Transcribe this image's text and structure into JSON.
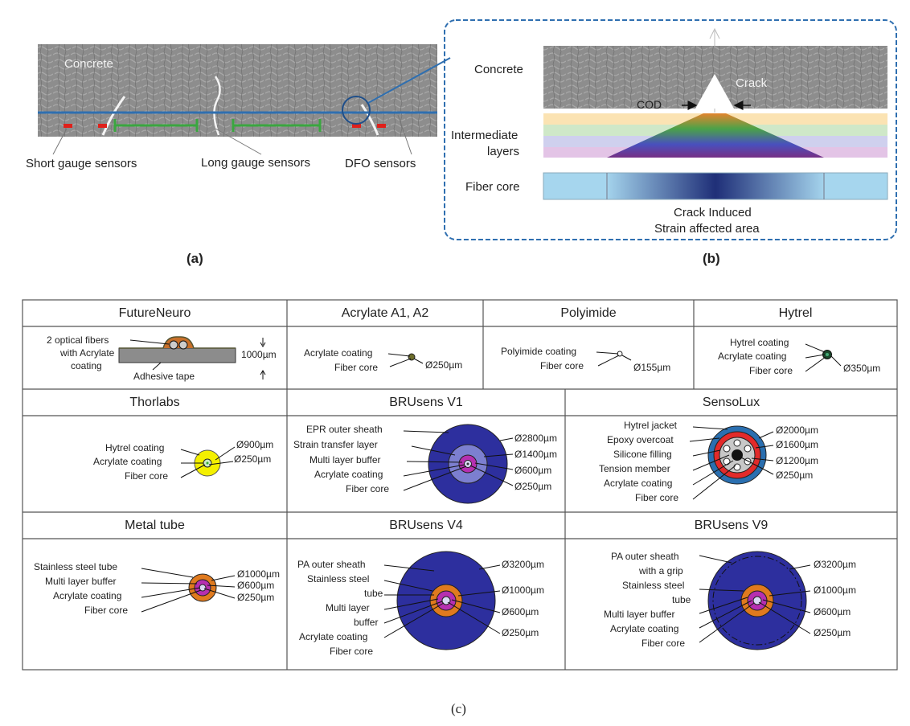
{
  "panel_a": {
    "concrete_label": "Concrete",
    "short_gauge": "Short gauge sensors",
    "long_gauge": "Long gauge sensors",
    "dfo": "DFO sensors",
    "caption": "(a)"
  },
  "panel_b": {
    "concrete": "Concrete",
    "crack": "Crack",
    "cod": "COD",
    "intermediate": [
      "Intermediate",
      "layers"
    ],
    "fiber_core": "Fiber core",
    "induced": [
      "Crack Induced",
      "Strain affected area"
    ],
    "caption": "(b)"
  },
  "panel_c": {
    "caption": "(c)",
    "futureneuro": {
      "title": "FutureNeuro",
      "fibers": [
        "2 optical fibers",
        "with Acrylate",
        "coating"
      ],
      "tape": "Adhesive tape",
      "dim": "1000µm"
    },
    "acrylate": {
      "title": "Acrylate A1, A2",
      "labels": [
        "Acrylate coating",
        "Fiber core"
      ],
      "dims": [
        "Ø250µm"
      ]
    },
    "polyimide": {
      "title": "Polyimide",
      "labels": [
        "Polyimide coating",
        "Fiber core"
      ],
      "dims": [
        "Ø155µm"
      ]
    },
    "hytrel": {
      "title": "Hytrel",
      "labels": [
        "Hytrel coating",
        "Acrylate coating",
        "Fiber core"
      ],
      "dims": [
        "Ø350µm"
      ]
    },
    "thorlabs": {
      "title": "Thorlabs",
      "labels": [
        "Hytrel coating",
        "Acrylate coating",
        "Fiber core"
      ],
      "dims": [
        "Ø900µm",
        "Ø250µm"
      ]
    },
    "brusens_v1": {
      "title": "BRUsens V1",
      "labels": [
        "EPR outer sheath",
        "Strain transfer layer",
        "Multi layer buffer",
        "Acrylate coating",
        "Fiber core"
      ],
      "dims": [
        "Ø2800µm",
        "Ø1400µm",
        "Ø600µm",
        "Ø250µm"
      ]
    },
    "sensolux": {
      "title": "SensoLux",
      "labels": [
        "Hytrel jacket",
        "Epoxy overcoat",
        "Silicone filling",
        "Tension member",
        "Acrylate coating",
        "Fiber core"
      ],
      "dims": [
        "Ø2000µm",
        "Ø1600µm",
        "Ø1200µm",
        "Ø250µm"
      ]
    },
    "metal_tube": {
      "title": "Metal tube",
      "labels": [
        "Stainless steel tube",
        "Multi layer buffer",
        "Acrylate coating",
        "Fiber core"
      ],
      "dims": [
        "Ø1000µm",
        "Ø600µm",
        "Ø250µm"
      ]
    },
    "brusens_v4": {
      "title": "BRUsens V4",
      "labels": [
        "PA outer sheath",
        "Stainless steel",
        "tube",
        "Multi layer",
        "buffer",
        "Acrylate coating",
        "Fiber core"
      ],
      "dims": [
        "Ø3200µm",
        "Ø1000µm",
        "Ø600µm",
        "Ø250µm"
      ]
    },
    "brusens_v9": {
      "title": "BRUsens V9",
      "labels": [
        "PA outer sheath",
        "with a grip",
        "Stainless steel",
        "tube",
        "Multi layer buffer",
        "Acrylate coating",
        "Fiber core"
      ],
      "dims": [
        "Ø3200µm",
        "Ø1000µm",
        "Ø600µm",
        "Ø250µm"
      ]
    }
  },
  "colors": {
    "concrete": "#8a8a8a",
    "fiber_line": "#2f6fb0",
    "short_gauge": "#e0201a",
    "long_gauge": "#3aa640",
    "sheath_blue": "#2d2f9e",
    "strain_layer": "#7c7fd0",
    "buffer_magenta": "#b62fb0",
    "steel_orange": "#e07a1e",
    "hytrel_yellow": "#f4f000",
    "jacket_blue": "#2a6fb0",
    "epoxy_red": "#e22a2a"
  }
}
